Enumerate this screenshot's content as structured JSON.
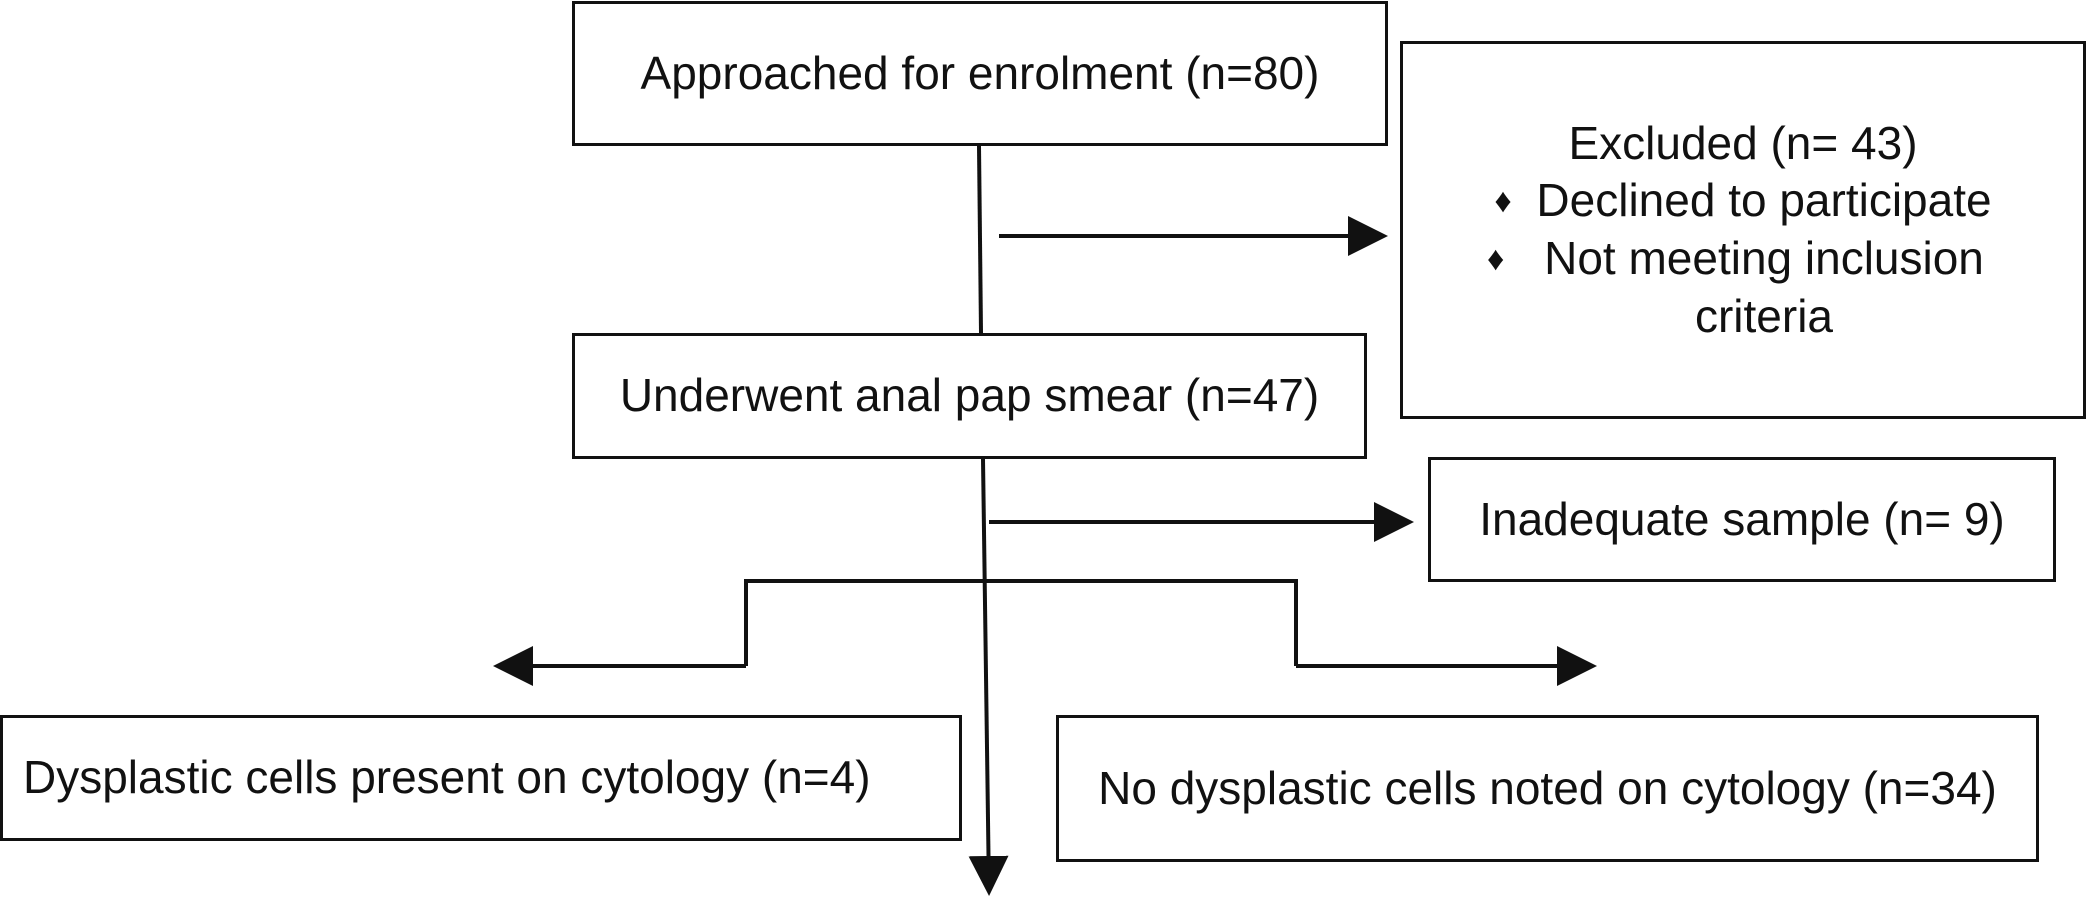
{
  "diagram": {
    "enrolment": "Approached for enrolment (n=80)",
    "excluded": {
      "title": "Excluded (n= 43)",
      "bullet_symbol": "♦",
      "reasons": [
        "Declined to participate",
        "Not meeting inclusion criteria"
      ]
    },
    "pap_smear": "Underwent anal pap smear (n=47)",
    "inadequate": "Inadequate sample (n= 9)",
    "dysplastic_present": "Dysplastic cells present on cytology (n=4)",
    "no_dysplastic": "No dysplastic cells noted on cytology (n=34)"
  }
}
